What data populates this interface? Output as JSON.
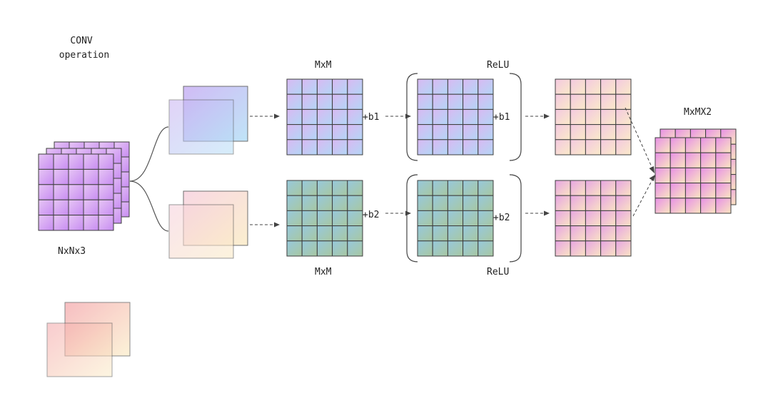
{
  "labels": {
    "conv_operation": [
      "CONV",
      "operation"
    ],
    "input_size": "NxNx3",
    "mxm_top": "MxM",
    "mxm_bottom": "MxM",
    "relu_top": "ReLU",
    "relu_bottom": "ReLU",
    "bias1_a": "+b1",
    "bias1_b": "+b1",
    "bias2_a": "+b2",
    "bias2_b": "+b2",
    "output_size": "MxMX2"
  },
  "colors": {
    "input_volume": [
      "#e7c6f4",
      "#c78cf2"
    ],
    "filter_1": [
      "#c9b0f4",
      "#b5e0f6"
    ],
    "filter_2": [
      "#f7d2df",
      "#fbecc7"
    ],
    "filter_legend": [
      "#f4a3a8",
      "#fbeec8"
    ],
    "feature_map_1": [
      "#d9b9f2",
      "#b3d6f6"
    ],
    "feature_map_2": [
      "#97c9dc",
      "#a8c7a1"
    ],
    "activation_1": [
      "#f3c8e0",
      "#fbeac9"
    ],
    "activation_2": [
      "#e6a4e2",
      "#fbe4c4"
    ],
    "output_volume": [
      "#e78fe6",
      "#fbe7c0"
    ]
  }
}
